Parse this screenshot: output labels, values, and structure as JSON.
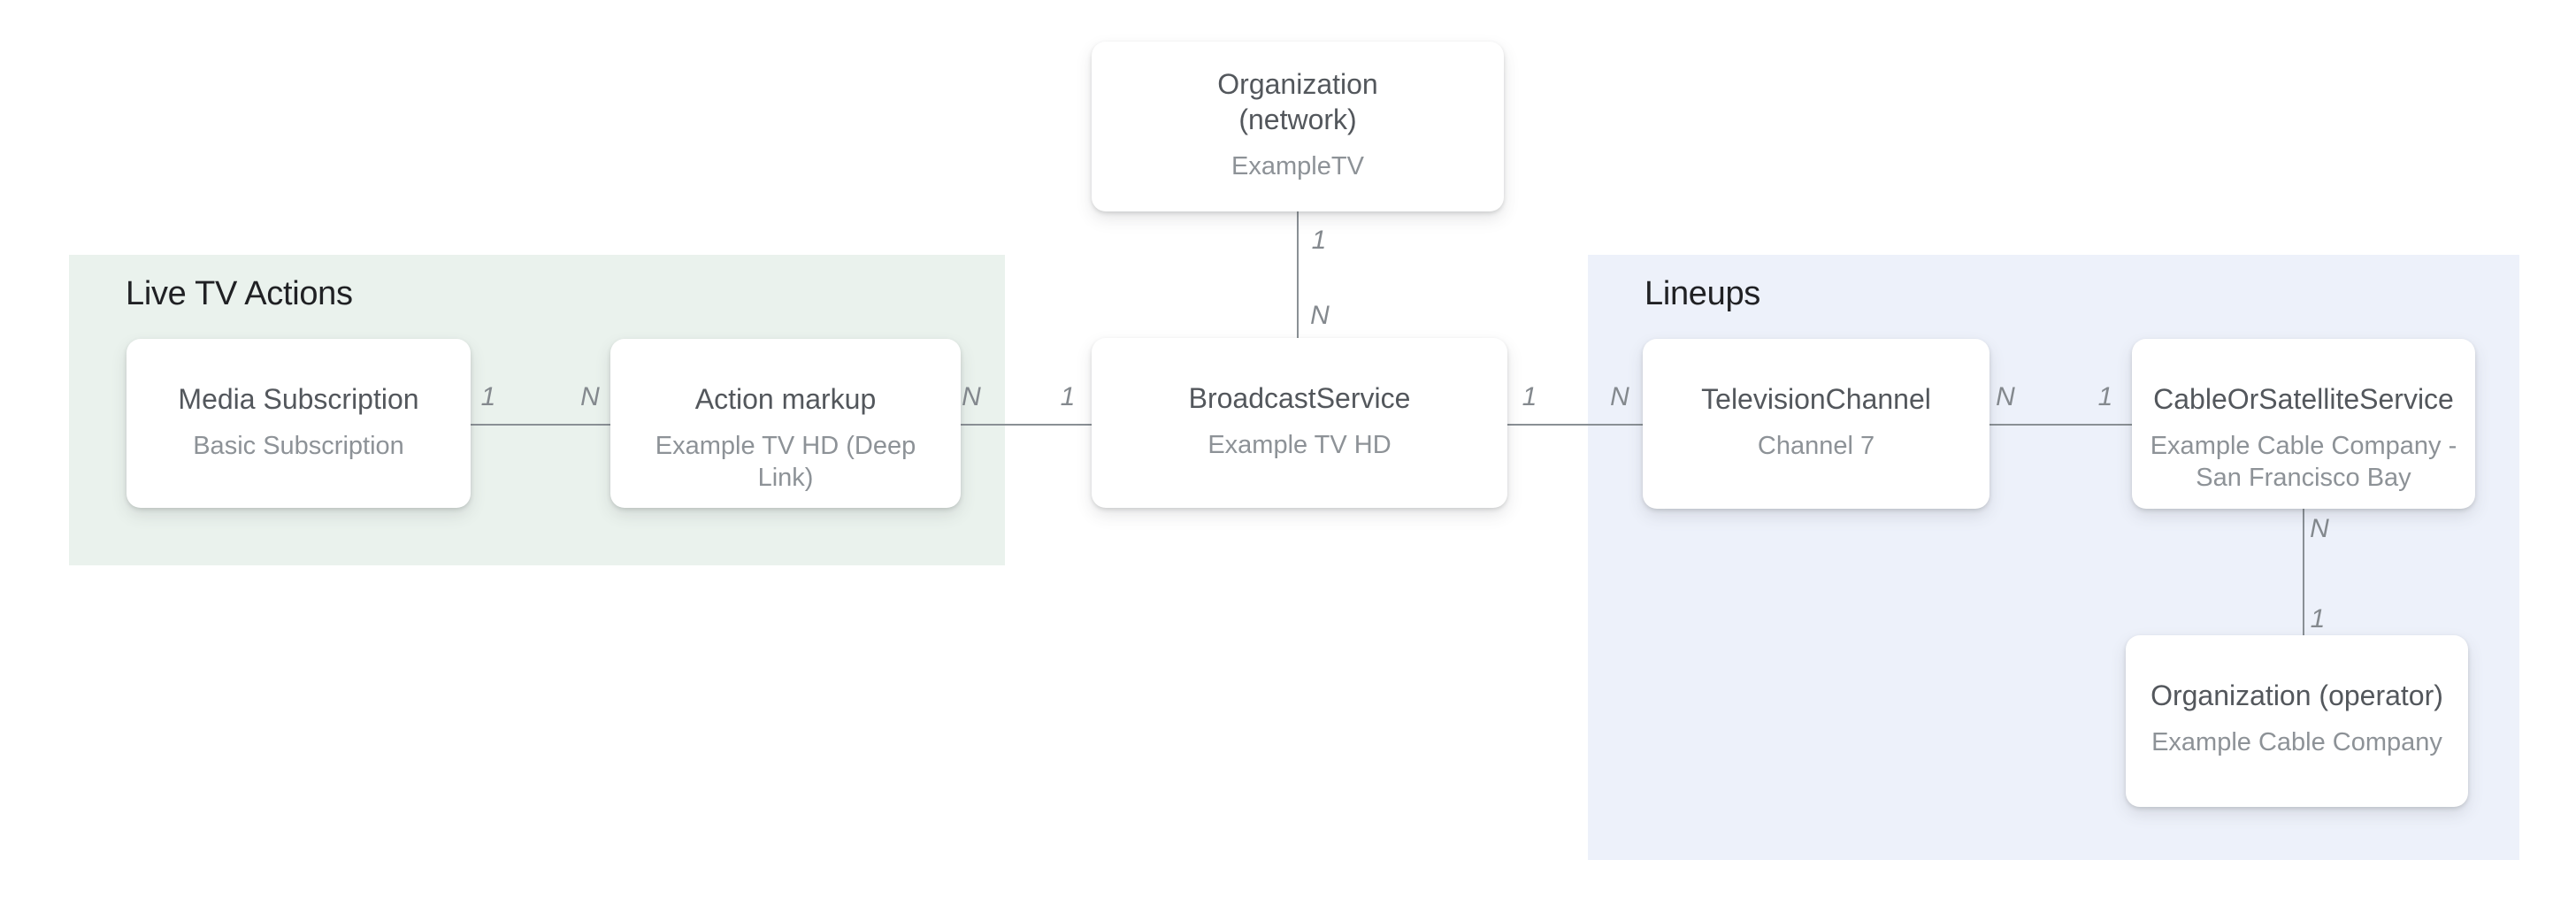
{
  "diagram": {
    "groups": [
      {
        "id": "live-tv-actions",
        "title": "Live TV Actions"
      },
      {
        "id": "lineups",
        "title": "Lineups"
      }
    ],
    "nodes": [
      {
        "id": "organization-network",
        "title": "Organization\n(network)",
        "subtitle": "ExampleTV"
      },
      {
        "id": "media-subscription",
        "title": "Media Subscription",
        "subtitle": "Basic Subscription"
      },
      {
        "id": "action-markup",
        "title": "Action markup",
        "subtitle": "Example TV HD (Deep Link)"
      },
      {
        "id": "broadcast-service",
        "title": "BroadcastService",
        "subtitle": "Example TV HD"
      },
      {
        "id": "television-channel",
        "title": "TelevisionChannel",
        "subtitle": "Channel 7"
      },
      {
        "id": "cable-or-satellite-service",
        "title": "CableOrSatelliteService",
        "subtitle": "Example Cable Company -\nSan Francisco Bay"
      },
      {
        "id": "organization-operator",
        "title": "Organization (operator)",
        "subtitle": "Example Cable Company"
      }
    ],
    "edges": [
      {
        "from": "organization-network",
        "to": "broadcast-service",
        "from_label": "1",
        "to_label": "N",
        "orientation": "vertical"
      },
      {
        "from": "media-subscription",
        "to": "action-markup",
        "from_label": "1",
        "to_label": "N",
        "orientation": "horizontal"
      },
      {
        "from": "action-markup",
        "to": "broadcast-service",
        "from_label": "N",
        "to_label": "1",
        "orientation": "horizontal"
      },
      {
        "from": "broadcast-service",
        "to": "television-channel",
        "from_label": "1",
        "to_label": "N",
        "orientation": "horizontal"
      },
      {
        "from": "television-channel",
        "to": "cable-or-satellite-service",
        "from_label": "N",
        "to_label": "1",
        "orientation": "horizontal"
      },
      {
        "from": "cable-or-satellite-service",
        "to": "organization-operator",
        "from_label": "N",
        "to_label": "1",
        "orientation": "vertical"
      }
    ],
    "colors": {
      "canvas_bg": "#ffffff",
      "live_tv_actions_bg": "#eaf2ed",
      "lineups_bg": "#edf1fa",
      "node_bg": "#ffffff",
      "node_title": "#53575c",
      "node_subtitle": "#8d9297",
      "group_title": "#202124",
      "edge_line": "#8a9095",
      "edge_label": "#84898e"
    }
  }
}
